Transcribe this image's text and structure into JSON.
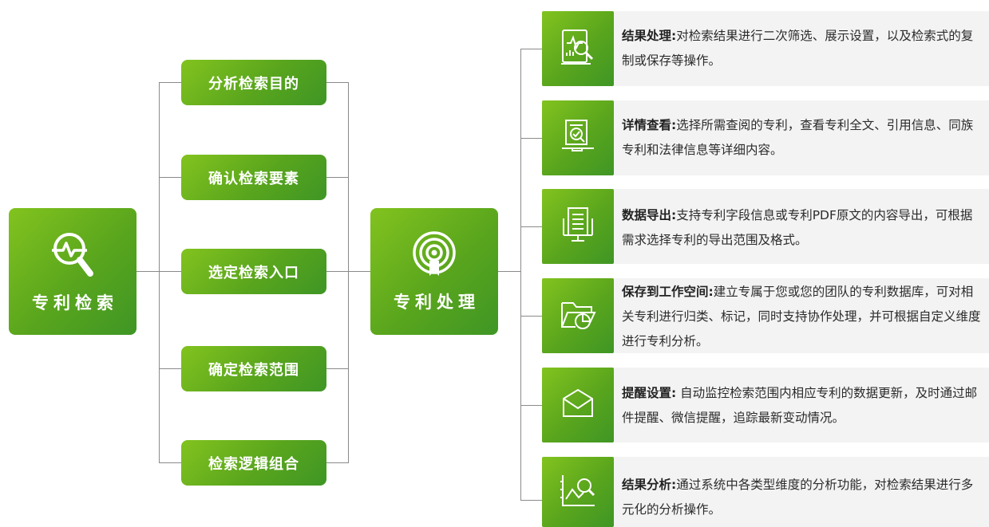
{
  "colors": {
    "accent_light": "#82c31e",
    "accent_dark": "#3f9625",
    "connector": "#8a8a8a",
    "text": "#2b2b2b"
  },
  "search": {
    "title": "专利检索",
    "icon": "magnifier-pulse-icon",
    "steps": [
      {
        "label": "分析检索目的"
      },
      {
        "label": "确认检索要素"
      },
      {
        "label": "选定检索入口"
      },
      {
        "label": "确定检索范围"
      },
      {
        "label": "检索逻辑组合"
      }
    ]
  },
  "processing": {
    "title": "专利处理",
    "icon": "target-signal-icon",
    "items": [
      {
        "icon": "report-magnifier-icon",
        "title": "结果处理:",
        "desc": "对检索结果进行二次筛选、展示设置，以及检索式的复制或保存等操作。"
      },
      {
        "icon": "monitor-search-icon",
        "title": "详情查看:",
        "desc": "选择所需查阅的专利，查看专利全文、引用信息、同族专利和法律信息等详细内容。"
      },
      {
        "icon": "document-export-icon",
        "title": "数据导出:",
        "desc": "支持专利字段信息或专利PDF原文的内容导出，可根据需求选择专利的导出范围及格式。"
      },
      {
        "icon": "folder-chart-icon",
        "title": "保存到工作空间:",
        "desc": "建立专属于您或您的团队的专利数据库，可对相关专利进行归类、标记，同时支持协作处理，并可根据自定义维度进行专利分析。"
      },
      {
        "icon": "envelope-icon",
        "title": "提醒设置:",
        "desc": " 自动监控检索范围内相应专利的数据更新，及时通过邮件提醒、微信提醒，追踪最新变动情况。"
      },
      {
        "icon": "chart-magnifier-icon",
        "title": "结果分析:",
        "desc": "通过系统中各类型维度的分析功能，对检索结果进行多元化的分析操作。"
      }
    ]
  }
}
